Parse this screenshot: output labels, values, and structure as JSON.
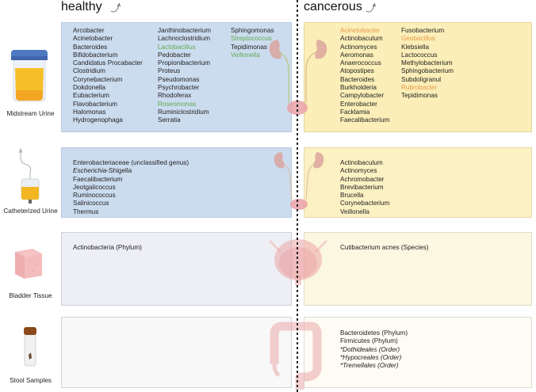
{
  "headers": {
    "healthy": "healthy",
    "cancerous": "cancerous"
  },
  "colors": {
    "healthy_box": "#ccdcef",
    "cancerous_box": "#fbeeb8",
    "highlight_green": "#5fab4f",
    "highlight_orange": "#e8994a",
    "divider": "#222222"
  },
  "rows": [
    {
      "sample": "Midstream Urine",
      "icon": "urine-cup-icon",
      "healthy": {
        "columns": [
          [
            "Arcobacter",
            "Acinetobacter",
            "Bacteroides",
            "Bifidobacterium",
            "Candidatus Procabacter",
            "Clostridium",
            "Corynebacterium",
            "Dokdonella",
            "Eubacterium",
            "Flavobacterium",
            "Halomonas",
            "Hydrogenophaga"
          ],
          [
            "Janthinobacterium",
            "Lachnoclostridium",
            "Lactobacillus",
            "Pedobacter",
            "Propionibacterium",
            "Proteus",
            "Pseudomonas",
            "Psychrobacter",
            "Rhodoferax",
            "Roseomonas",
            "Ruminiclostridium",
            "Serratia"
          ],
          [
            "Sphingomonas",
            "Streptococcus",
            "Tepidimonas",
            "Veillonella"
          ]
        ],
        "highlighted_green": [
          "Lactobacillus",
          "Roseomonas",
          "Streptococcus",
          "Veillonella"
        ]
      },
      "cancerous": {
        "columns": [
          [
            "Acinetobacter",
            "Actinobaculum",
            "Actinomyces",
            "Aeromonas",
            "Anaerococcus",
            "Atopostipes",
            "Bacteroides",
            "Burkholderia",
            "Campylobacter",
            "Enterobacter",
            "Facklamia",
            "Faecalibacterium"
          ],
          [
            "Fusobacterium",
            "Geobacillus",
            "Klebsiella",
            "Lactococcus",
            "Methylobacterium",
            "Sphingobacterium",
            "Subdoligranul",
            "Rubrobacter",
            "Tepidimonas"
          ]
        ],
        "highlighted_orange": [
          "Acinetobacter",
          "Geobacillus",
          "Rubrobacter"
        ]
      }
    },
    {
      "sample": "Catheterized Urine",
      "icon": "catheter-bag-icon",
      "healthy": {
        "items": [
          "Enterobacteriaceae (unclassified genus)",
          "Escherichia",
          "-Shigella",
          "Faecalibacterium",
          "Jeotgalicoccus",
          "Ruminococcus",
          "Salinicoccus",
          "Thermus"
        ]
      },
      "cancerous": {
        "items": [
          "Actinobaculum",
          "Actinomyces",
          "Achromobacter",
          "Brevibacterium",
          "Brucella",
          "Corynebacterium",
          "Veillonella"
        ]
      }
    },
    {
      "sample": "Bladder Tissue",
      "icon": "tissue-cube-icon",
      "healthy": {
        "items": [
          "Actinobacteria (Phylum)"
        ]
      },
      "cancerous": {
        "items": [
          "Cutibacterium acnes (Species)"
        ]
      }
    },
    {
      "sample": "Stool Samples",
      "icon": "stool-vial-icon",
      "healthy": {
        "items": []
      },
      "cancerous": {
        "items": [
          "Bacteroidetes (Phylum)",
          "Firmicutes (Phylum)",
          "*Dothideales  (Order)",
          "*Hypocreales (Order)",
          "*Tremellales (Order)"
        ]
      }
    }
  ]
}
